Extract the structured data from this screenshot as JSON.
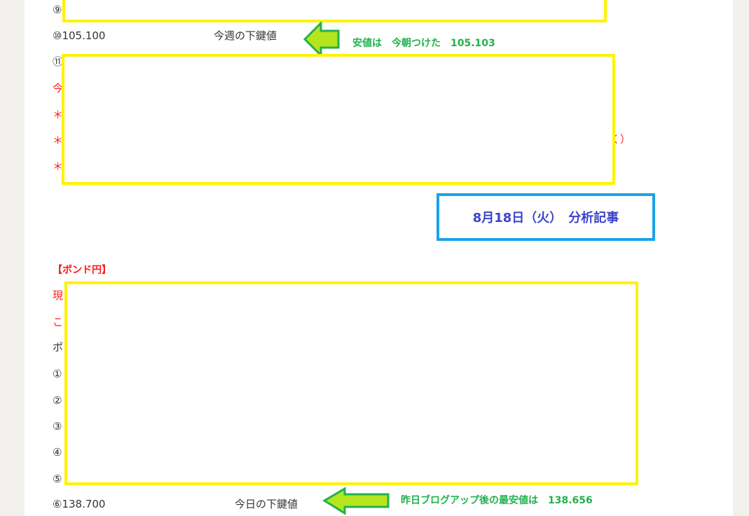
{
  "usdjpy": {
    "row9_mark": "⑨",
    "row10_value": "⑩105.100",
    "row10_label": "今週の下鍵値",
    "annotation": "安値は　今朝つけた　105.103",
    "row11_mark": "⑪",
    "red_fragment_1": "今",
    "red_fragment_2": "＊",
    "red_fragment_3": "＊",
    "red_fragment_4": "＊",
    "red_tail": "く）"
  },
  "date_banner": "8月18日（火）　分析記事",
  "gbpjpy": {
    "heading": "【ポンド円】",
    "red_fragment_1": "現",
    "red_fragment_2": "こ",
    "fragment_3": "ポ",
    "items": [
      "①",
      "②",
      "③",
      "④",
      "⑤"
    ],
    "row6_value": "⑥138.700",
    "row6_label": "今日の下鍵値",
    "annotation": "昨日ブログアップ後の最安値は　138.656"
  },
  "colors": {
    "arrow_fill": "#b5e61d",
    "arrow_stroke": "#22b14c",
    "highlight_box": "#fff200",
    "banner_border": "#1aa3e8"
  }
}
